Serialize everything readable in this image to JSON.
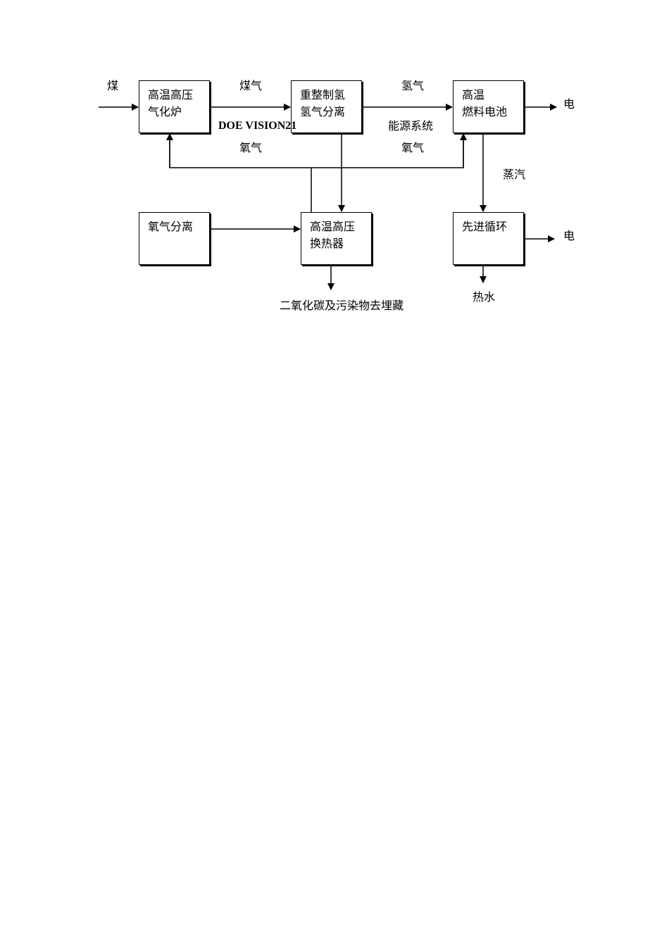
{
  "diagram": {
    "title": "DOE VISION21",
    "inputs": {
      "coal": "煤"
    },
    "boxes": {
      "gasifier": [
        "高温高压",
        "气化炉"
      ],
      "reformer": [
        "重整制氢",
        "氢气分离"
      ],
      "fuel_cell": [
        "高温",
        "燃料电池"
      ],
      "oxygen_separation": [
        "氧气分离"
      ],
      "heat_exchanger": [
        "高温高压",
        "换热器"
      ],
      "advanced_cycle": [
        "先进循环"
      ]
    },
    "flow_labels": {
      "syngas": "煤气",
      "hydrogen": "氢气",
      "energy_system": "能源系统",
      "oxygen_left": "氧气",
      "oxygen_right": "氧气",
      "steam": "蒸汽",
      "electricity_top": "电",
      "electricity_bottom": "电",
      "hot_water": "热水",
      "co2_storage": "二氧化碳及污染物去埋藏"
    }
  }
}
